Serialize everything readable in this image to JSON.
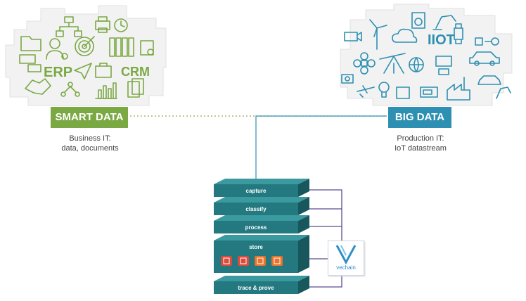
{
  "smart_data": {
    "label": "SMART DATA",
    "caption_line1": "Business IT:",
    "caption_line2": "data, documents",
    "cloud_word_1": "ERP",
    "cloud_word_2": "CRM",
    "color": "#7aa843"
  },
  "big_data": {
    "label": "BIG DATA",
    "caption_line1": "Production IT:",
    "caption_line2": "IoT datastream",
    "cloud_word_1": "IIOT",
    "color": "#2d8fb1"
  },
  "stack": {
    "layers": [
      "capture",
      "classify",
      "process",
      "store",
      "trace & prove"
    ],
    "layer_color": "#23797f",
    "store_icon_colors": [
      "#d94b3c",
      "#d94b3c",
      "#e8732b",
      "#e8732b"
    ]
  },
  "blockchain": {
    "name": "vechain",
    "color": "#2f8fc6"
  },
  "connector_color": "#5b4a94",
  "icons_left": [
    "folder-icon",
    "flowchart-icon",
    "printer-icon",
    "clock-icon",
    "person-icon",
    "target-icon",
    "binders-icon",
    "certificate-icon",
    "chat-icon",
    "paper-plane-icon",
    "briefcase-icon",
    "handshake-icon",
    "network-icon",
    "bar-chart-icon",
    "documents-icon"
  ],
  "icons_right": [
    "camera-icon",
    "wind-turbine-icon",
    "cloud-icon",
    "washer-icon",
    "robot-arm-icon",
    "drone-icon",
    "oil-pump-icon",
    "globe-icon",
    "smartwatch-icon",
    "car-icon",
    "plane-icon",
    "bulb-icon",
    "tv-icon",
    "microwave-icon",
    "factory-icon"
  ]
}
